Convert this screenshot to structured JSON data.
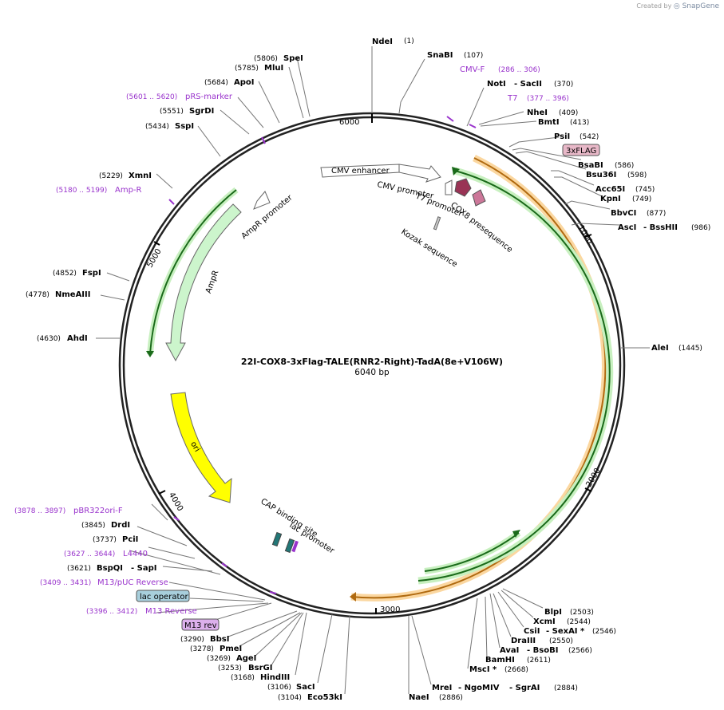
{
  "credit": {
    "text": "Created by",
    "brand": "SnapGene"
  },
  "map": {
    "title": "22I-COX8-3xFlag-TALE(RNR2-Right)-TadA(8e+V106W)",
    "length_label": "6040 bp",
    "ticks": [
      "1000",
      "2000",
      "3000",
      "4000",
      "5000",
      "6000"
    ]
  },
  "enzymes": {
    "ndeI": {
      "name": "NdeI",
      "pos": "(1)"
    },
    "snabI": {
      "name": "SnaBI",
      "pos": "(107)"
    },
    "notI": {
      "name": "NotI",
      "pos": "(370)"
    },
    "sacII": {
      "name": "- SacII"
    },
    "nheI": {
      "name": "NheI",
      "pos": "(409)"
    },
    "bmtI": {
      "name": "BmtI",
      "pos": "(413)"
    },
    "psiI": {
      "name": "PsiI",
      "pos": "(542)"
    },
    "bsabI": {
      "name": "BsaBI",
      "pos": "(586)"
    },
    "bsu36I": {
      "name": "Bsu36I",
      "pos": "(598)"
    },
    "acc65I": {
      "name": "Acc65I",
      "pos": "(745)"
    },
    "kpnI": {
      "name": "KpnI",
      "pos": "(749)"
    },
    "bbvcI": {
      "name": "BbvCI",
      "pos": "(877)"
    },
    "ascI": {
      "name": "AscI",
      "pos": "(986)"
    },
    "bsshII": {
      "name": "- BssHII"
    },
    "aleI": {
      "name": "AleI",
      "pos": "(1445)"
    },
    "blpI": {
      "name": "BlpI",
      "pos": "(2503)"
    },
    "xcmI": {
      "name": "XcmI",
      "pos": "(2544)"
    },
    "csiI": {
      "name": "CsiI",
      "pos": "(2546)"
    },
    "sexAI": {
      "name": "- SexAI *"
    },
    "draIII": {
      "name": "DraIII",
      "pos": "(2550)"
    },
    "avaI": {
      "name": "AvaI",
      "pos": "(2566)"
    },
    "bsobI": {
      "name": "- BsoBI"
    },
    "bamHI": {
      "name": "BamHI",
      "pos": "(2611)"
    },
    "mscI": {
      "name": "MscI *",
      "pos": "(2668)"
    },
    "mreI": {
      "name": "MreI",
      "pos": "(2884)"
    },
    "ngoMIV": {
      "name": "- NgoMIV"
    },
    "sgrAI": {
      "name": "- SgrAI"
    },
    "naeI": {
      "name": "NaeI",
      "pos": "(2886)"
    },
    "eco53kI": {
      "name": "Eco53kI",
      "pos": "(3104)"
    },
    "sacI": {
      "name": "SacI",
      "pos": "(3106)"
    },
    "hindIII": {
      "name": "HindIII",
      "pos": "(3168)"
    },
    "bsrGI": {
      "name": "BsrGI",
      "pos": "(3253)"
    },
    "ageI": {
      "name": "AgeI",
      "pos": "(3269)"
    },
    "pmeI": {
      "name": "PmeI",
      "pos": "(3278)"
    },
    "bbsI": {
      "name": "BbsI",
      "pos": "(3290)"
    },
    "bspQI": {
      "name": "BspQI",
      "pos": "(3621)"
    },
    "sapI": {
      "name": "- SapI"
    },
    "pciI": {
      "name": "PciI",
      "pos": "(3737)"
    },
    "drdI": {
      "name": "DrdI",
      "pos": "(3845)"
    },
    "ahdI": {
      "name": "AhdI",
      "pos": "(4630)"
    },
    "nmeAIII": {
      "name": "NmeAIII",
      "pos": "(4778)"
    },
    "fspI": {
      "name": "FspI",
      "pos": "(4852)"
    },
    "xmnI": {
      "name": "XmnI",
      "pos": "(5229)"
    },
    "sspI": {
      "name": "SspI",
      "pos": "(5434)"
    },
    "sgrDI": {
      "name": "SgrDI",
      "pos": "(5551)"
    },
    "apoI": {
      "name": "ApoI",
      "pos": "(5684)"
    },
    "mluI": {
      "name": "MluI",
      "pos": "(5785)"
    },
    "speI": {
      "name": "SpeI",
      "pos": "(5806)"
    }
  },
  "primers": {
    "cmvF": {
      "name": "CMV-F",
      "pos": "(286 .. 306)"
    },
    "t7": {
      "name": "T7",
      "pos": "(377 .. 396)"
    },
    "prsMarker": {
      "name": "pRS-marker",
      "pos": "(5601 .. 5620)"
    },
    "ampR": {
      "name": "Amp-R",
      "pos": "(5180 .. 5199)"
    },
    "pbr322oriF": {
      "name": "pBR322ori-F",
      "pos": "(3878 .. 3897)"
    },
    "l4440": {
      "name": "L4440",
      "pos": "(3627 .. 3644)"
    },
    "m13puc": {
      "name": "M13/pUC Reverse",
      "pos": "(3409 .. 3431)"
    },
    "m13rev": {
      "name": "M13 Reverse",
      "pos": "(3396 .. 3412)"
    }
  },
  "boxed": {
    "flag3x": "3xFLAG",
    "lacOperator": "lac operator",
    "m13revBox": "M13 rev"
  },
  "features": {
    "cmvEnhancer": "CMV enhancer",
    "cmvPromoter": "CMV promoter",
    "t7Promoter": "T7 promoter",
    "cox8": "COX8 presequence",
    "kozak": "Kozak sequence",
    "ampRPromoter": "AmpR promoter",
    "ampR": "AmpR",
    "ori": "ori",
    "capSite": "CAP binding site",
    "lacPromoter": "lac promoter"
  },
  "colors": {
    "backbone": "#222222",
    "ampR": "#ccf5cc",
    "ori": "#ffff00",
    "orf_orange": "#f0a030",
    "orf_green": "#2a8a2a",
    "cox8": "#993355",
    "primer": "#9933cc"
  }
}
